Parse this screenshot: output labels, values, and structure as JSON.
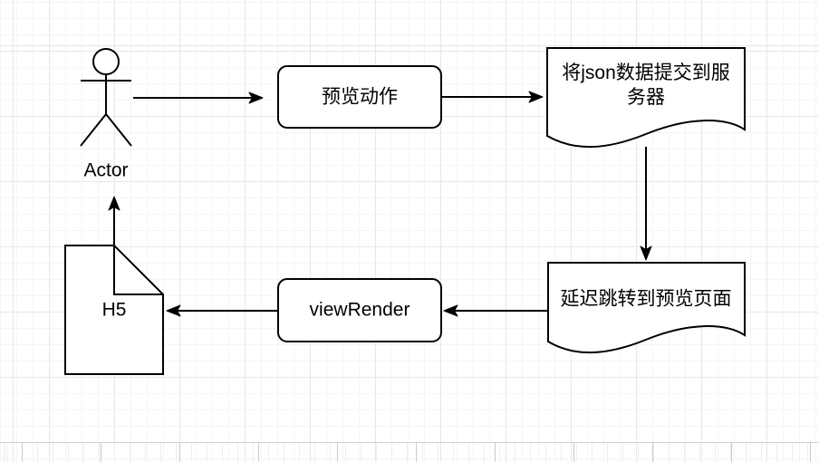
{
  "canvas": {
    "type": "diagram-grid-canvas",
    "background": "#ffffff",
    "grid_minor_color": "#f5f5f5",
    "grid_major_color": "#e7e7e7",
    "page_edge_color": "#d2d2d2",
    "stroke_color": "#000000",
    "shape_fill": "#ffffff",
    "text_color": "#000000"
  },
  "nodes": {
    "actor": {
      "label": "Actor",
      "shape": "uml-actor"
    },
    "preview_action": {
      "label": "预览动作",
      "shape": "rounded-rectangle"
    },
    "submit_json": {
      "label": "将json数据提交到服务器",
      "shape": "document"
    },
    "delay_redirect": {
      "label": "延迟跳转到预览页面",
      "shape": "document"
    },
    "view_render": {
      "label": "viewRender",
      "shape": "rounded-rectangle"
    },
    "h5": {
      "label": "H5",
      "shape": "note"
    }
  },
  "edges": [
    {
      "from": "actor",
      "to": "preview_action",
      "direction": "right"
    },
    {
      "from": "preview_action",
      "to": "submit_json",
      "direction": "right"
    },
    {
      "from": "submit_json",
      "to": "delay_redirect",
      "direction": "down"
    },
    {
      "from": "delay_redirect",
      "to": "view_render",
      "direction": "left"
    },
    {
      "from": "view_render",
      "to": "h5",
      "direction": "left"
    },
    {
      "from": "h5",
      "to": "actor",
      "direction": "up"
    }
  ]
}
